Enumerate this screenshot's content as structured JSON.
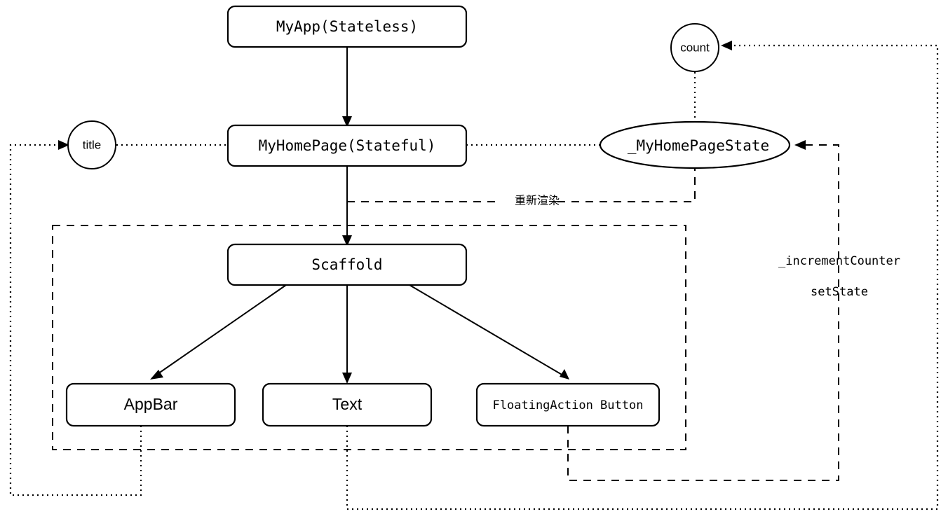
{
  "diagram": {
    "title": "Flutter widget tree and state flow diagram",
    "background_color": "#ffffff",
    "stroke_color": "#000000"
  },
  "nodes": {
    "my_app": {
      "label": "MyApp(Stateless)",
      "shape": "rounded-rect"
    },
    "my_home_page": {
      "label": "MyHomePage(Stateful)",
      "shape": "rounded-rect"
    },
    "scaffold": {
      "label": "Scaffold",
      "shape": "rounded-rect"
    },
    "app_bar": {
      "label": "AppBar",
      "shape": "rounded-rect"
    },
    "text": {
      "label": "Text",
      "shape": "rounded-rect"
    },
    "floating_action_button": {
      "label": "FloatingAction Button",
      "shape": "rounded-rect"
    },
    "state": {
      "label": "_MyHomePageState",
      "shape": "ellipse"
    },
    "count": {
      "label": "count",
      "shape": "circle"
    },
    "title": {
      "label": "title",
      "shape": "circle"
    }
  },
  "edge_labels": {
    "rerender": "重新渲染",
    "increment_counter": "_incrementCounter",
    "set_state": "setState"
  }
}
